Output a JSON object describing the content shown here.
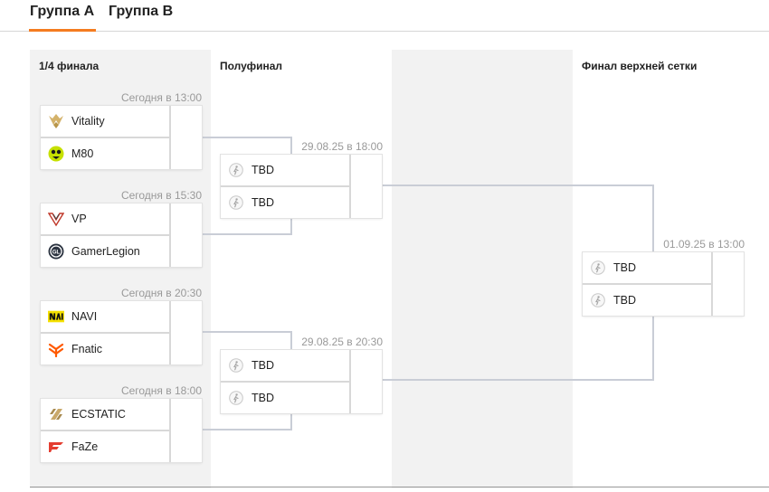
{
  "tabs": [
    {
      "label": "Группа A",
      "active": true
    },
    {
      "label": "Группа B",
      "active": false
    }
  ],
  "rounds": [
    {
      "title": "1/4 финала"
    },
    {
      "title": "Полуфинал"
    },
    {
      "title": ""
    },
    {
      "title": "Финал верхней сетки"
    }
  ],
  "quarterfinals": [
    {
      "date": "Сегодня в 13:00",
      "team1": {
        "name": "Vitality",
        "icon": "vitality-logo-icon"
      },
      "team2": {
        "name": "M80",
        "icon": "m80-logo-icon"
      }
    },
    {
      "date": "Сегодня в 15:30",
      "team1": {
        "name": "VP",
        "icon": "vp-logo-icon"
      },
      "team2": {
        "name": "GamerLegion",
        "icon": "gamerlegion-logo-icon"
      }
    },
    {
      "date": "Сегодня в 20:30",
      "team1": {
        "name": "NAVI",
        "icon": "navi-logo-icon"
      },
      "team2": {
        "name": "Fnatic",
        "icon": "fnatic-logo-icon"
      }
    },
    {
      "date": "Сегодня в 18:00",
      "team1": {
        "name": "ECSTATIC",
        "icon": "ecstatic-logo-icon"
      },
      "team2": {
        "name": "FaZe",
        "icon": "faze-logo-icon"
      }
    }
  ],
  "semifinals": [
    {
      "date": "29.08.25 в 18:00",
      "team1": {
        "name": "TBD",
        "icon": "tbd-placeholder-icon"
      },
      "team2": {
        "name": "TBD",
        "icon": "tbd-placeholder-icon"
      }
    },
    {
      "date": "29.08.25 в 20:30",
      "team1": {
        "name": "TBD",
        "icon": "tbd-placeholder-icon"
      },
      "team2": {
        "name": "TBD",
        "icon": "tbd-placeholder-icon"
      }
    }
  ],
  "final": {
    "date": "01.09.25 в 13:00",
    "team1": {
      "name": "TBD",
      "icon": "tbd-placeholder-icon"
    },
    "team2": {
      "name": "TBD",
      "icon": "tbd-placeholder-icon"
    }
  },
  "colors": {
    "accent": "#f47c20",
    "column_bg": "#f2f2f2",
    "connector": "#c9cdd6",
    "date_text": "#999999"
  }
}
